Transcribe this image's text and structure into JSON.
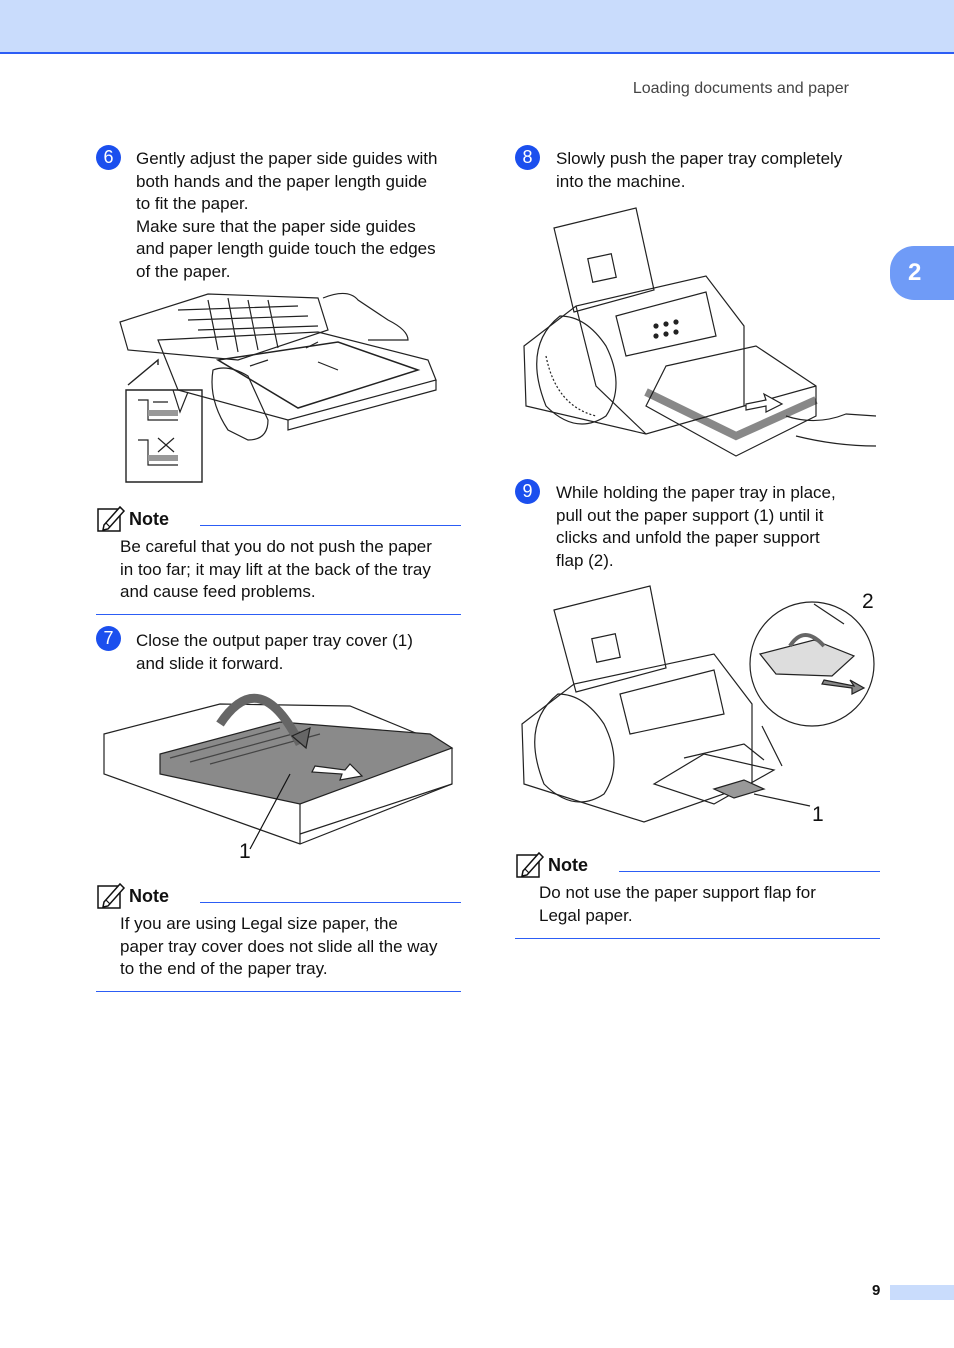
{
  "header": {
    "section": "Loading documents and paper",
    "chapter": "2"
  },
  "page_number": "9",
  "steps": {
    "s6": {
      "num": "6",
      "lines": [
        "Gently adjust the paper side guides with",
        "both hands and the paper length guide",
        "to fit the paper.",
        "Make sure that the paper side guides",
        "and paper length guide touch the edges",
        "of the paper."
      ]
    },
    "s7": {
      "num": "7",
      "lines": [
        "Close the output paper tray cover (1)",
        "and slide it forward."
      ]
    },
    "s8": {
      "num": "8",
      "lines": [
        "Slowly push the paper tray completely",
        "into the machine."
      ]
    },
    "s9": {
      "num": "9",
      "lines": [
        "While holding the paper tray in place,",
        "pull out the paper support (1) until it",
        "clicks and unfold the paper support",
        "flap (2)."
      ]
    }
  },
  "notes": {
    "n1": {
      "title": "Note",
      "lines": [
        "Be careful that you do not push the paper",
        "in too far; it may lift at the back of the tray",
        "and cause feed problems."
      ]
    },
    "n2": {
      "title": "Note",
      "lines": [
        "If you are using Legal size paper, the",
        "paper tray cover does not slide all the way",
        "to the end of the paper tray."
      ]
    },
    "n3": {
      "title": "Note",
      "lines": [
        "Do not use the paper support flap for",
        "Legal paper."
      ]
    }
  },
  "callouts": {
    "c7_1": "1",
    "c9_1": "1",
    "c9_2": "2"
  },
  "colors": {
    "accent": "#1b4fee",
    "band": "#c9dcfc",
    "tab": "#6f9bf7",
    "rule": "#2c5df5"
  }
}
